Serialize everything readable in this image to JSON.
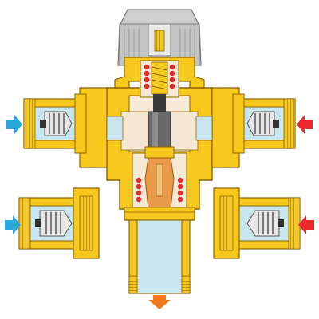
{
  "diagram": {
    "kind": "thermostatic-mixing-valve-cutaway",
    "labels": [],
    "colors": {
      "brass": "#f7c81e",
      "brass_dark": "#c9950a",
      "brass_edge": "#8a6400",
      "pipe_blue": "#c9e6ef",
      "pipe_blue_dark": "#8fc3d6",
      "knob": "#cfcfcf",
      "knob_dark": "#9a9a9a",
      "spring_red": "#e8282b",
      "thermo_element": "#e99a4a",
      "stem_dark": "#3a3a3a",
      "inner_light": "#f6ead6",
      "hot_arrow": "#e8282b",
      "cold_arrow": "#2aa8de",
      "outlet_arrow": "#f07a1c"
    },
    "flow_arrows": [
      {
        "name": "cold-inlet-upper",
        "icon": "arrow-right-icon",
        "color_key": "cold_arrow"
      },
      {
        "name": "cold-inlet-lower",
        "icon": "arrow-right-icon",
        "color_key": "cold_arrow"
      },
      {
        "name": "hot-inlet-upper",
        "icon": "arrow-left-icon",
        "color_key": "hot_arrow"
      },
      {
        "name": "hot-inlet-lower",
        "icon": "arrow-left-icon",
        "color_key": "hot_arrow"
      },
      {
        "name": "mixed-outlet",
        "icon": "arrow-down-icon",
        "color_key": "outlet_arrow"
      }
    ],
    "components": [
      "adjustment-knob",
      "valve-body",
      "upper-spring",
      "spindle",
      "thermostatic-element",
      "lower-spring",
      "left-check-valve",
      "right-check-valve",
      "left-detached-check-valve",
      "right-detached-check-valve",
      "outlet-pipe"
    ]
  }
}
